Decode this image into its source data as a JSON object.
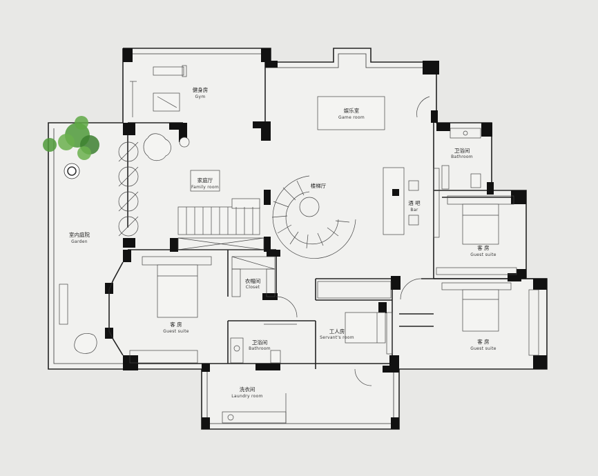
{
  "rooms": {
    "gym": {
      "cn": "健身房",
      "en": "Gym"
    },
    "game_room": {
      "cn": "娱乐室",
      "en": "Game room"
    },
    "family_room": {
      "cn": "家庭厅",
      "en": "Family room"
    },
    "stair_hall": {
      "cn": "楼梯厅",
      "en": ""
    },
    "bar": {
      "cn": "酒 吧",
      "en": "Bar"
    },
    "bathroom_ne": {
      "cn": "卫浴间",
      "en": "Bathroom"
    },
    "guest_suite_e1": {
      "cn": "客 房",
      "en": "Guest suite"
    },
    "guest_suite_e2": {
      "cn": "客 房",
      "en": "Guest suite"
    },
    "garden": {
      "cn": "室内庭院",
      "en": "Garden"
    },
    "closet": {
      "cn": "衣帽间",
      "en": "Closet"
    },
    "guest_suite_w": {
      "cn": "客 房",
      "en": "Guest suite"
    },
    "bathroom_c": {
      "cn": "卫浴间",
      "en": "Bathroom"
    },
    "servant_room": {
      "cn": "工人房",
      "en": "Servant's room"
    },
    "laundry": {
      "cn": "洗衣间",
      "en": "Laundry room"
    }
  },
  "colors": {
    "background": "#e8e8e6",
    "floor": "#f1f1ef",
    "wall": "#111111",
    "plant": "#4f9a3a"
  }
}
